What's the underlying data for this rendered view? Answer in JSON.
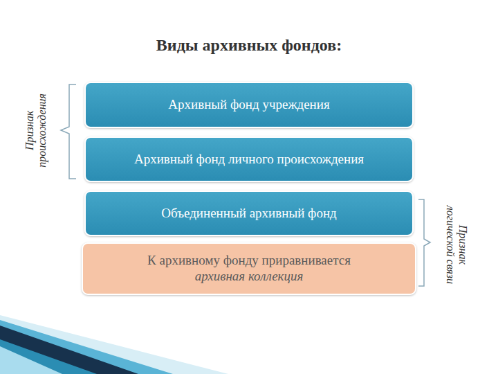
{
  "diagram": {
    "title": "Виды архивных фондов:",
    "nodes": [
      {
        "text": [
          "Архивный фонд учреждения"
        ]
      },
      {
        "text": [
          "Архивный фонд личного происхождения"
        ]
      },
      {
        "text": [
          "Объединенный архивный фонд"
        ]
      },
      {
        "text": [
          "К архивному фонду приравнивается",
          "архивная коллекция"
        ]
      }
    ],
    "labels": [
      "Признак происхождения",
      "Признак логической связи"
    ]
  }
}
